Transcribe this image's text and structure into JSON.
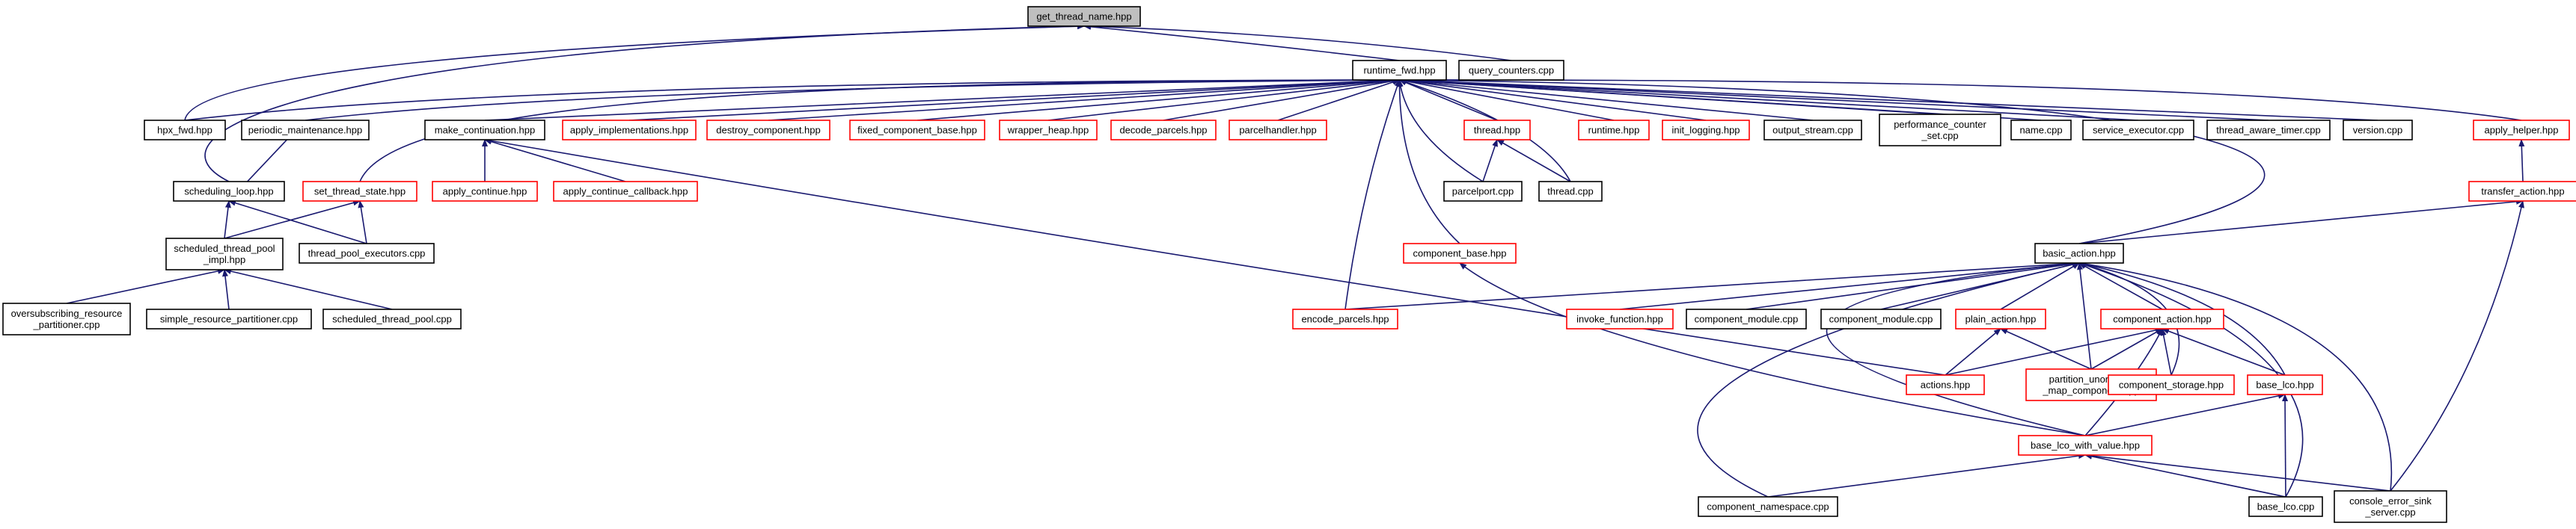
{
  "colors": {
    "edge": "#191970",
    "box_black": "#000000",
    "box_red": "#ff0000",
    "root_fill": "#bfbfbf",
    "node_fill": "#ffffff"
  },
  "nodes": [
    {
      "id": "get_thread_name",
      "lines": [
        "get_thread_name.hpp"
      ],
      "style": "root"
    },
    {
      "id": "runtime_fwd",
      "lines": [
        "runtime_fwd.hpp"
      ],
      "style": "black"
    },
    {
      "id": "query_counters",
      "lines": [
        "query_counters.cpp"
      ],
      "style": "black"
    },
    {
      "id": "hpx_fwd",
      "lines": [
        "hpx_fwd.hpp"
      ],
      "style": "black"
    },
    {
      "id": "periodic_maintenance",
      "lines": [
        "periodic_maintenance.hpp"
      ],
      "style": "black"
    },
    {
      "id": "make_continuation",
      "lines": [
        "make_continuation.hpp"
      ],
      "style": "black"
    },
    {
      "id": "apply_implementations",
      "lines": [
        "apply_implementations.hpp"
      ],
      "style": "red"
    },
    {
      "id": "destroy_component",
      "lines": [
        "destroy_component.hpp"
      ],
      "style": "red"
    },
    {
      "id": "fixed_component_base",
      "lines": [
        "fixed_component_base.hpp"
      ],
      "style": "red"
    },
    {
      "id": "wrapper_heap",
      "lines": [
        "wrapper_heap.hpp"
      ],
      "style": "red"
    },
    {
      "id": "decode_parcels",
      "lines": [
        "decode_parcels.hpp"
      ],
      "style": "red"
    },
    {
      "id": "parcelhandler",
      "lines": [
        "parcelhandler.hpp"
      ],
      "style": "red"
    },
    {
      "id": "thread_hpp",
      "lines": [
        "thread.hpp"
      ],
      "style": "red"
    },
    {
      "id": "runtime_hpp",
      "lines": [
        "runtime.hpp"
      ],
      "style": "red"
    },
    {
      "id": "init_logging",
      "lines": [
        "init_logging.hpp"
      ],
      "style": "red"
    },
    {
      "id": "output_stream",
      "lines": [
        "output_stream.cpp"
      ],
      "style": "black"
    },
    {
      "id": "perf_counter_set",
      "lines": [
        "performance_counter",
        "_set.cpp"
      ],
      "style": "black"
    },
    {
      "id": "name_cpp",
      "lines": [
        "name.cpp"
      ],
      "style": "black"
    },
    {
      "id": "service_executor",
      "lines": [
        "service_executor.cpp"
      ],
      "style": "black"
    },
    {
      "id": "thread_aware_timer",
      "lines": [
        "thread_aware_timer.cpp"
      ],
      "style": "black"
    },
    {
      "id": "version_cpp",
      "lines": [
        "version.cpp"
      ],
      "style": "black"
    },
    {
      "id": "apply_helper",
      "lines": [
        "apply_helper.hpp"
      ],
      "style": "red"
    },
    {
      "id": "scheduling_loop",
      "lines": [
        "scheduling_loop.hpp"
      ],
      "style": "black"
    },
    {
      "id": "set_thread_state",
      "lines": [
        "set_thread_state.hpp"
      ],
      "style": "red"
    },
    {
      "id": "apply_continue",
      "lines": [
        "apply_continue.hpp"
      ],
      "style": "red"
    },
    {
      "id": "apply_continue_callback",
      "lines": [
        "apply_continue_callback.hpp"
      ],
      "style": "red"
    },
    {
      "id": "parcelport",
      "lines": [
        "parcelport.cpp"
      ],
      "style": "black"
    },
    {
      "id": "thread_cpp",
      "lines": [
        "thread.cpp"
      ],
      "style": "black"
    },
    {
      "id": "transfer_action",
      "lines": [
        "transfer_action.hpp"
      ],
      "style": "red"
    },
    {
      "id": "scheduled_thread_pool_impl",
      "lines": [
        "scheduled_thread_pool",
        "_impl.hpp"
      ],
      "style": "black"
    },
    {
      "id": "thread_pool_executors",
      "lines": [
        "thread_pool_executors.cpp"
      ],
      "style": "black"
    },
    {
      "id": "component_base",
      "lines": [
        "component_base.hpp"
      ],
      "style": "red"
    },
    {
      "id": "basic_action",
      "lines": [
        "basic_action.hpp"
      ],
      "style": "black"
    },
    {
      "id": "oversubscribing",
      "lines": [
        "oversubscribing_resource",
        "_partitioner.cpp"
      ],
      "style": "black"
    },
    {
      "id": "simple_resource_partitioner",
      "lines": [
        "simple_resource_partitioner.cpp"
      ],
      "style": "black"
    },
    {
      "id": "scheduled_thread_pool_cpp",
      "lines": [
        "scheduled_thread_pool.cpp"
      ],
      "style": "black"
    },
    {
      "id": "encode_parcels",
      "lines": [
        "encode_parcels.hpp"
      ],
      "style": "red"
    },
    {
      "id": "invoke_function",
      "lines": [
        "invoke_function.hpp"
      ],
      "style": "red"
    },
    {
      "id": "component_module_1",
      "lines": [
        "component_module.cpp"
      ],
      "style": "black"
    },
    {
      "id": "component_module_2",
      "lines": [
        "component_module.cpp"
      ],
      "style": "black"
    },
    {
      "id": "plain_action",
      "lines": [
        "plain_action.hpp"
      ],
      "style": "red"
    },
    {
      "id": "component_action",
      "lines": [
        "component_action.hpp"
      ],
      "style": "red"
    },
    {
      "id": "actions_hpp",
      "lines": [
        "actions.hpp"
      ],
      "style": "red"
    },
    {
      "id": "partition_unordered",
      "lines": [
        "partition_unordered",
        "_map_component.hpp"
      ],
      "style": "red"
    },
    {
      "id": "component_storage",
      "lines": [
        "component_storage.hpp"
      ],
      "style": "red"
    },
    {
      "id": "base_lco_hpp",
      "lines": [
        "base_lco.hpp"
      ],
      "style": "red"
    },
    {
      "id": "base_lco_with_value",
      "lines": [
        "base_lco_with_value.hpp"
      ],
      "style": "red"
    },
    {
      "id": "component_namespace",
      "lines": [
        "component_namespace.cpp"
      ],
      "style": "black"
    },
    {
      "id": "base_lco_cpp",
      "lines": [
        "base_lco.cpp"
      ],
      "style": "black"
    },
    {
      "id": "console_error_sink",
      "lines": [
        "console_error_sink",
        "_server.cpp"
      ],
      "style": "black"
    }
  ]
}
